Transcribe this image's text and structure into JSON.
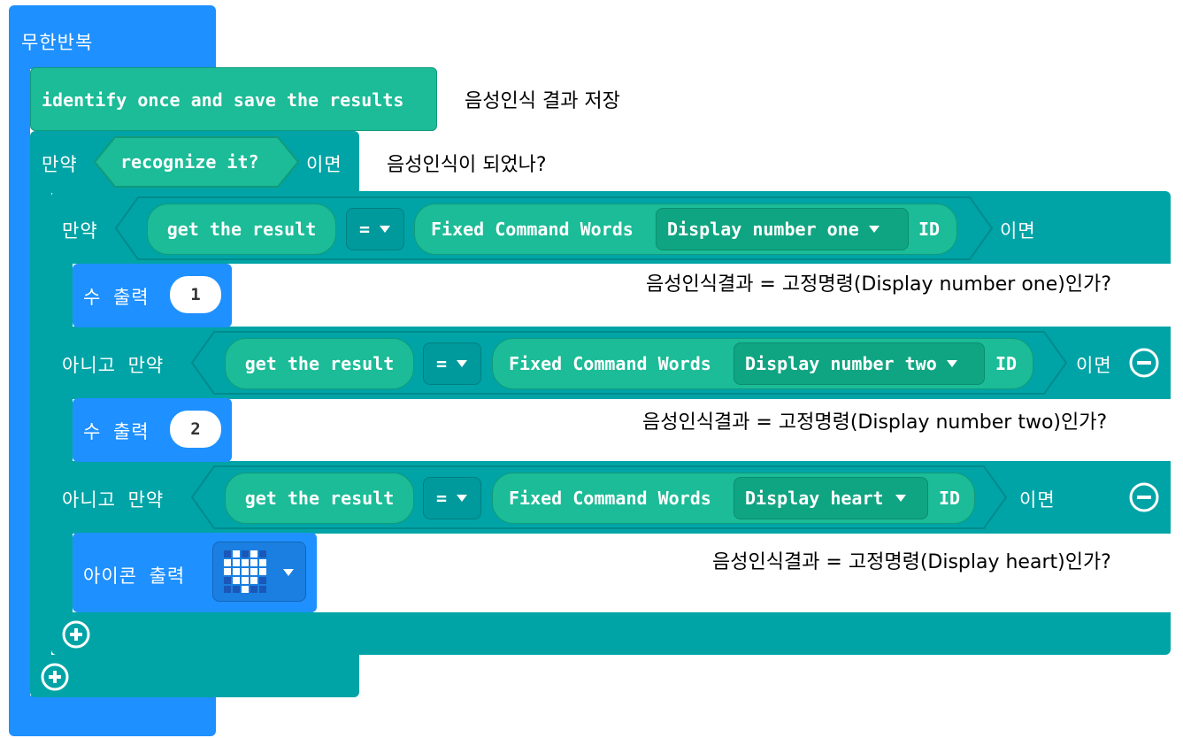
{
  "forever": {
    "label": "무한반복"
  },
  "identify": {
    "label": "identify once and save the results",
    "note": "음성인식 결과 저장"
  },
  "outer_if": {
    "if_label": "만약",
    "condition": "recognize it?",
    "then_label": "이면",
    "note": "음성인식이 되었나?"
  },
  "branches": [
    {
      "keyword": "만약",
      "get_label": "get the result",
      "operator": "=",
      "fixed_label": "Fixed Command Words",
      "option": "Display number one",
      "id_label": "ID",
      "then_label": "이면",
      "note": "음성인식결과 = 고정명령(Display number one)인가?",
      "action_label": "수 출력",
      "action_value": "1"
    },
    {
      "keyword": "아니고 만약",
      "get_label": "get the result",
      "operator": "=",
      "fixed_label": "Fixed Command Words",
      "option": "Display number two",
      "id_label": "ID",
      "then_label": "이면",
      "note": "음성인식결과 = 고정명령(Display number two)인가?",
      "action_label": "수 출력",
      "action_value": "2"
    },
    {
      "keyword": "아니고 만약",
      "get_label": "get the result",
      "operator": "=",
      "fixed_label": "Fixed Command Words",
      "option": "Display heart",
      "id_label": "ID",
      "then_label": "이면",
      "note": "음성인식결과 = 고정명령(Display heart)인가?",
      "action_label": "아이콘 출력",
      "action_icon": "heart-icon"
    }
  ],
  "colors": {
    "loop": "#1e90ff",
    "logic": "#00a4a6",
    "voice": "#1bbc97",
    "voice_dark": "#10a582"
  }
}
